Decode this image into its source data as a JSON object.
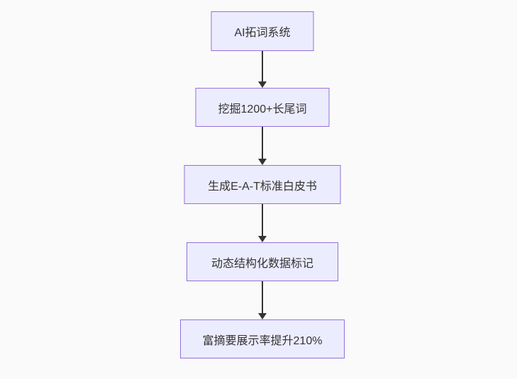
{
  "diagram": {
    "type": "flowchart-top-down",
    "colors": {
      "background": "#fafafa",
      "node_fill": "#ECECFF",
      "node_border": "#9370DB",
      "text": "#333333",
      "arrow": "#333333"
    },
    "nodes": [
      {
        "label": "AI拓词系统"
      },
      {
        "label": "挖掘1200+长尾词"
      },
      {
        "label": "生成E-A-T标准白皮书"
      },
      {
        "label": "动态结构化数据标记"
      },
      {
        "label": "富摘要展示率提升210%"
      }
    ],
    "edges": [
      {
        "from": 0,
        "to": 1
      },
      {
        "from": 1,
        "to": 2
      },
      {
        "from": 2,
        "to": 3
      },
      {
        "from": 3,
        "to": 4
      }
    ]
  }
}
